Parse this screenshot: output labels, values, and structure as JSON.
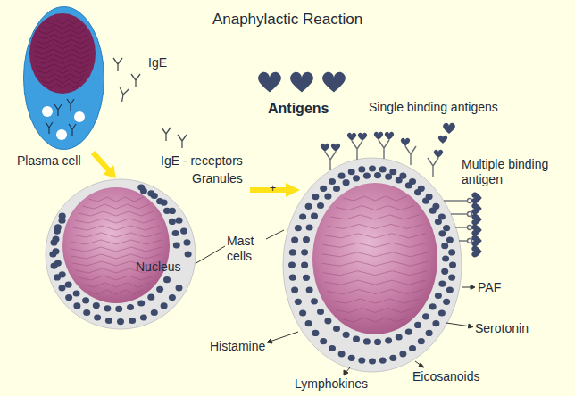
{
  "diagram": {
    "title": "Anaphylactic Reaction",
    "nodes": [
      {
        "text": [
          "Plasma cell"
        ]
      },
      {
        "text": [
          "Nucleus"
        ]
      }
    ],
    "edges": [
      {
        "from": 0,
        "to": 1,
        "arrow": "to"
      }
    ],
    "labels": [
      "IgE",
      "Antigens",
      "Single binding antigens",
      "IgE - receptors",
      "Granules",
      "+",
      "Multiple binding antigen",
      "Mast cells",
      "PAF",
      "Serotonin",
      "Histamine",
      "Lymphokines",
      "Eicosanoids"
    ]
  }
}
